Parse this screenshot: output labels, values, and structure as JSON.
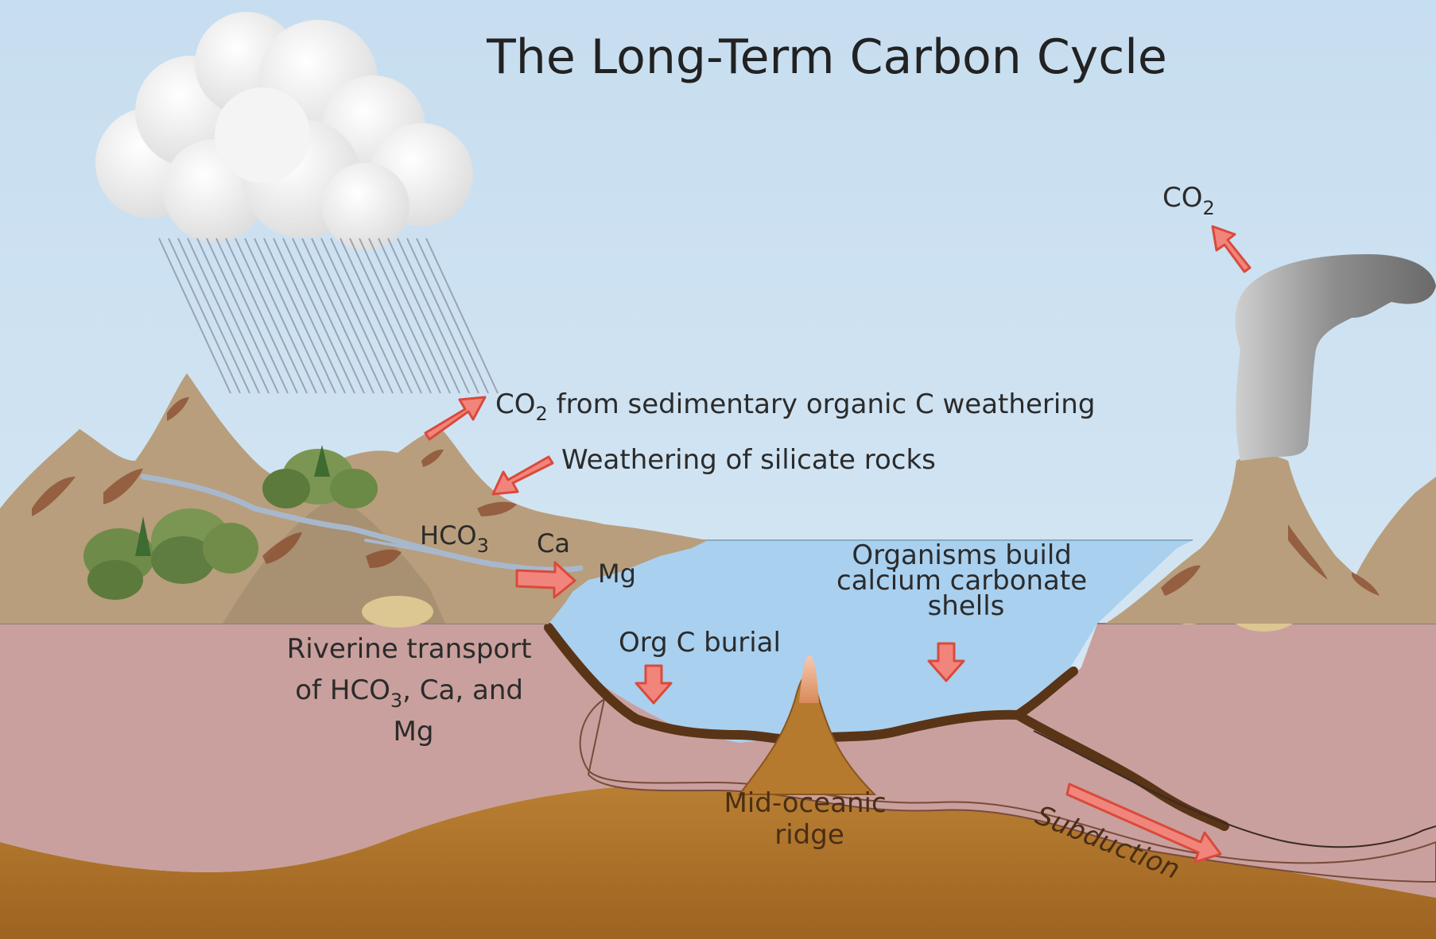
{
  "title": "The Long-Term Carbon Cycle",
  "labels": {
    "co2_weathering": {
      "main": "CO",
      "sub": "2",
      "rest": " from sedimentary organic C weathering"
    },
    "weathering_silicate": "Weathering of silicate rocks",
    "hco3": {
      "main": "HCO",
      "sub": "3"
    },
    "ca": "Ca",
    "mg": "Mg",
    "organisms": [
      "Organisms build",
      "calcium carbonate",
      "shells"
    ],
    "riverine": {
      "line1": "Riverine transport",
      "line2_pre": "of HCO",
      "line2_sub": "3",
      "line2_post": ", Ca, and",
      "line3": "Mg"
    },
    "org_c_burial": "Org C burial",
    "mid_ocean": [
      "Mid-oceanic",
      "ridge"
    ],
    "subduction": "Subduction",
    "volcano_co2": {
      "main": "CO",
      "sub": "2"
    }
  },
  "colors": {
    "sky": "#cfe2f1",
    "mountain": "#b89e7c",
    "crust": "#c89a98",
    "mantle": "#b57a2e",
    "ocean": "#a9d1f0",
    "arrow_fill": "#f2857b",
    "arrow_stroke": "#d94a3c",
    "sediment": "#5a3416"
  },
  "icons": [
    "cloud-icon",
    "rain-icon",
    "volcano-plume-icon",
    "tree-icon"
  ]
}
